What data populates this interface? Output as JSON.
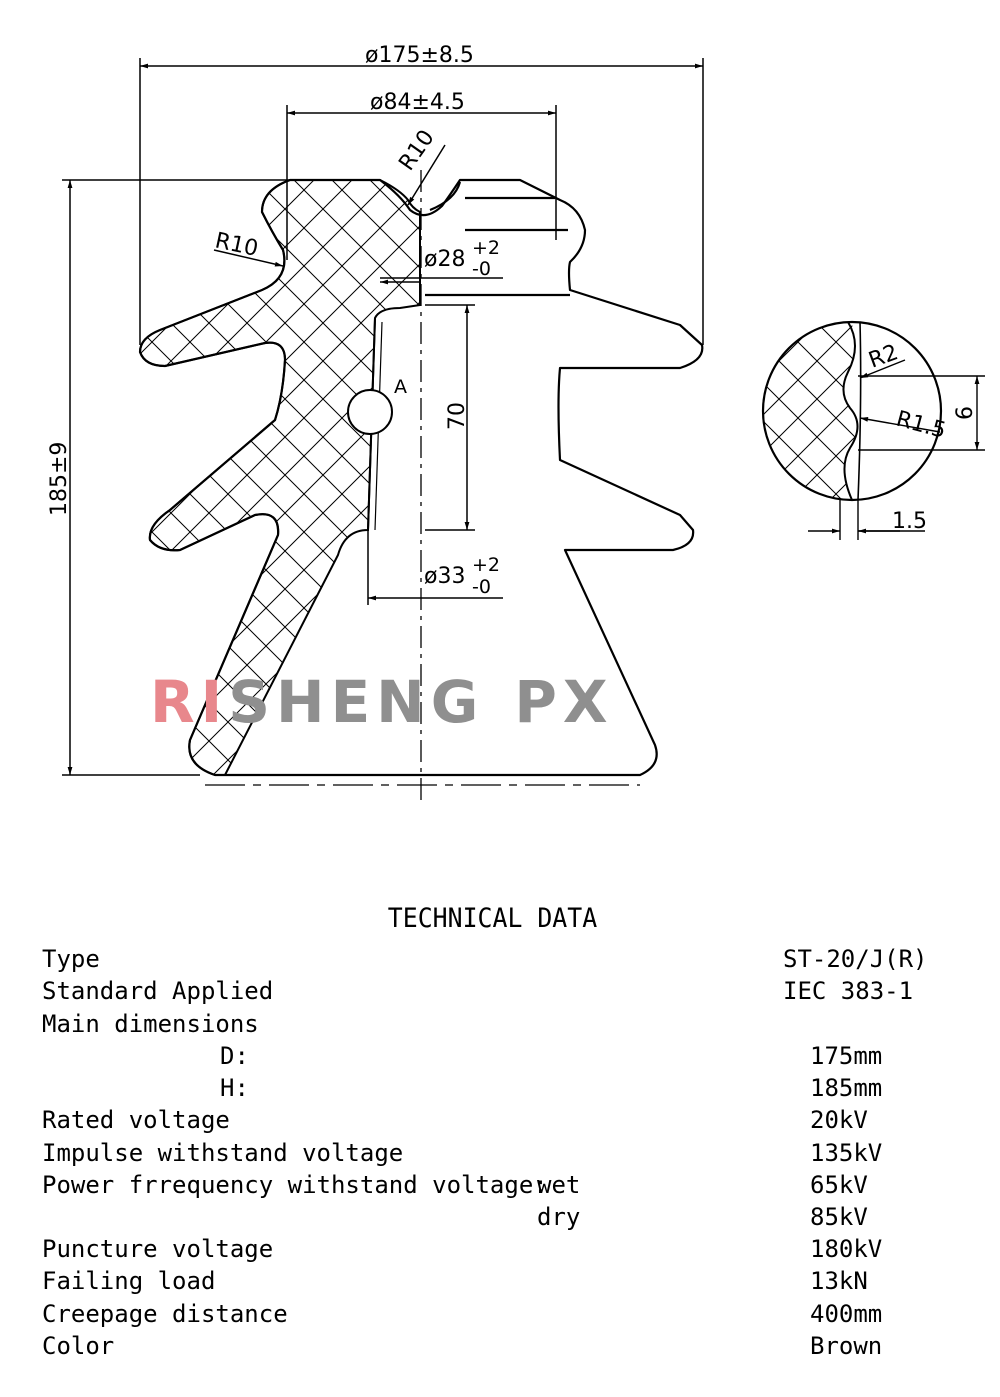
{
  "drawing": {
    "dim_overall_diameter": "ø175±8.5",
    "dim_top_diameter": "ø84±4.5",
    "dim_height": "185±9",
    "dim_radius_top": "R10",
    "dim_radius_left": "R10",
    "dim_thread_top_base": "ø28",
    "dim_thread_top_plus": "+2",
    "dim_thread_top_minus": "-0",
    "dim_thread_depth": "70",
    "dim_bottom_base": "ø33",
    "dim_bottom_plus": "+2",
    "dim_bottom_minus": "-0",
    "detail_marker": "A",
    "detail_r2": "R2",
    "detail_r15": "R1.5",
    "detail_6": "6",
    "detail_15": "1.5",
    "watermark_part1": "RI",
    "watermark_part2": "SHENG",
    "watermark_part3": "PX",
    "watermark_red": "#e8878c",
    "watermark_gray": "#8f8f8f"
  },
  "technical_data": {
    "title": "TECHNICAL DATA",
    "rows": [
      {
        "label": "Type",
        "value": "ST-20/J(R)"
      },
      {
        "label": "Standard Applied",
        "value": "IEC 383-1"
      },
      {
        "label": "Main dimensions",
        "value": ""
      },
      {
        "label": "D:",
        "value": "175mm"
      },
      {
        "label": "H:",
        "value": "185mm"
      },
      {
        "label": "Rated voltage",
        "value": "20kV"
      },
      {
        "label": "Impulse withstand voltage",
        "value": "135kV"
      },
      {
        "label": "Power frrequency withstand voltage:",
        "qualifier": "wet",
        "value": "65kV"
      },
      {
        "label": "",
        "qualifier": "dry",
        "value": "85kV"
      },
      {
        "label": "Puncture voltage",
        "value": "180kV"
      },
      {
        "label": "Failing load",
        "value": "13kN"
      },
      {
        "label": "Creepage distance",
        "value": "400mm"
      },
      {
        "label": "Color",
        "value": "Brown"
      }
    ]
  }
}
